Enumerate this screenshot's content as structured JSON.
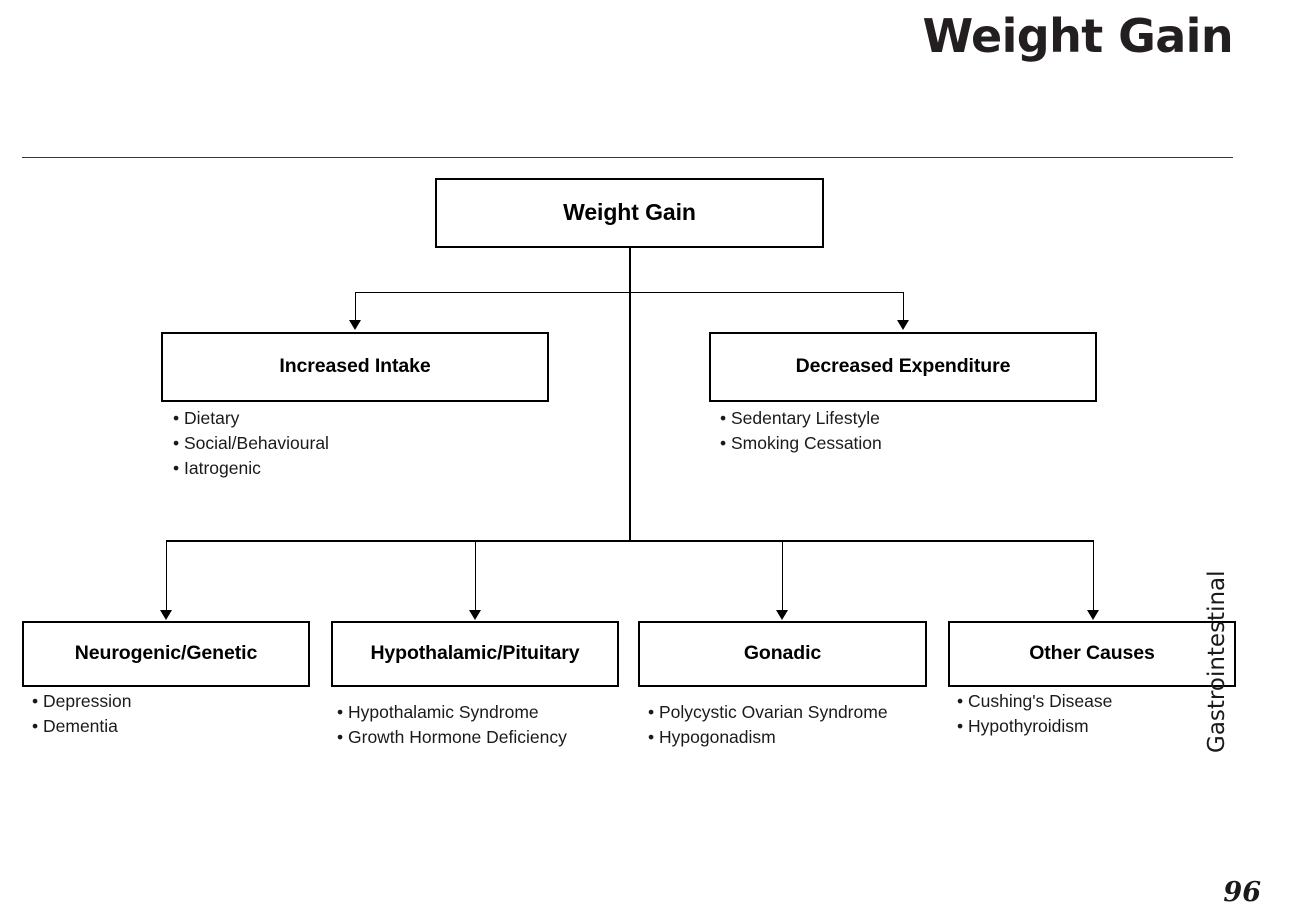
{
  "slide": {
    "title": "Weight Gain",
    "section_label": "Gastrointestinal",
    "page_number": "96",
    "colors": {
      "text": "#1a1a1a",
      "title": "#231f20",
      "box_border": "#000000",
      "rule": "#3a3a3a",
      "background": "#ffffff"
    }
  },
  "chart_data": {
    "type": "diagram",
    "diagram_kind": "flowchart-tree",
    "title": "Weight Gain",
    "root": {
      "id": "weight-gain",
      "label": "Weight Gain",
      "bullets": []
    },
    "level2": [
      {
        "id": "increased-intake",
        "label": "Increased Intake",
        "bullets": [
          "Dietary",
          "Social/Behavioural",
          "Iatrogenic"
        ]
      },
      {
        "id": "decreased-expenditure",
        "label": "Decreased Expenditure",
        "bullets": [
          "Sedentary Lifestyle",
          "Smoking Cessation"
        ]
      }
    ],
    "level3": [
      {
        "id": "neurogenic-genetic",
        "label": "Neurogenic/Genetic",
        "bullets": [
          "Depression",
          "Dementia"
        ]
      },
      {
        "id": "hypothalamic-pituitary",
        "label": "Hypothalamic/Pituitary",
        "bullets": [
          "Hypothalamic Syndrome",
          "Growth Hormone Deficiency"
        ]
      },
      {
        "id": "gonadic",
        "label": "Gonadic",
        "bullets": [
          "Polycystic Ovarian Syndrome",
          "Hypogonadism"
        ]
      },
      {
        "id": "other-causes",
        "label": "Other Causes",
        "bullets": [
          "Cushing's Disease",
          "Hypothyroidism"
        ]
      }
    ],
    "edges": [
      {
        "from": "weight-gain",
        "to": "increased-intake"
      },
      {
        "from": "weight-gain",
        "to": "decreased-expenditure"
      },
      {
        "from": "weight-gain",
        "to": "neurogenic-genetic"
      },
      {
        "from": "weight-gain",
        "to": "hypothalamic-pituitary"
      },
      {
        "from": "weight-gain",
        "to": "gonadic"
      },
      {
        "from": "weight-gain",
        "to": "other-causes"
      }
    ]
  }
}
